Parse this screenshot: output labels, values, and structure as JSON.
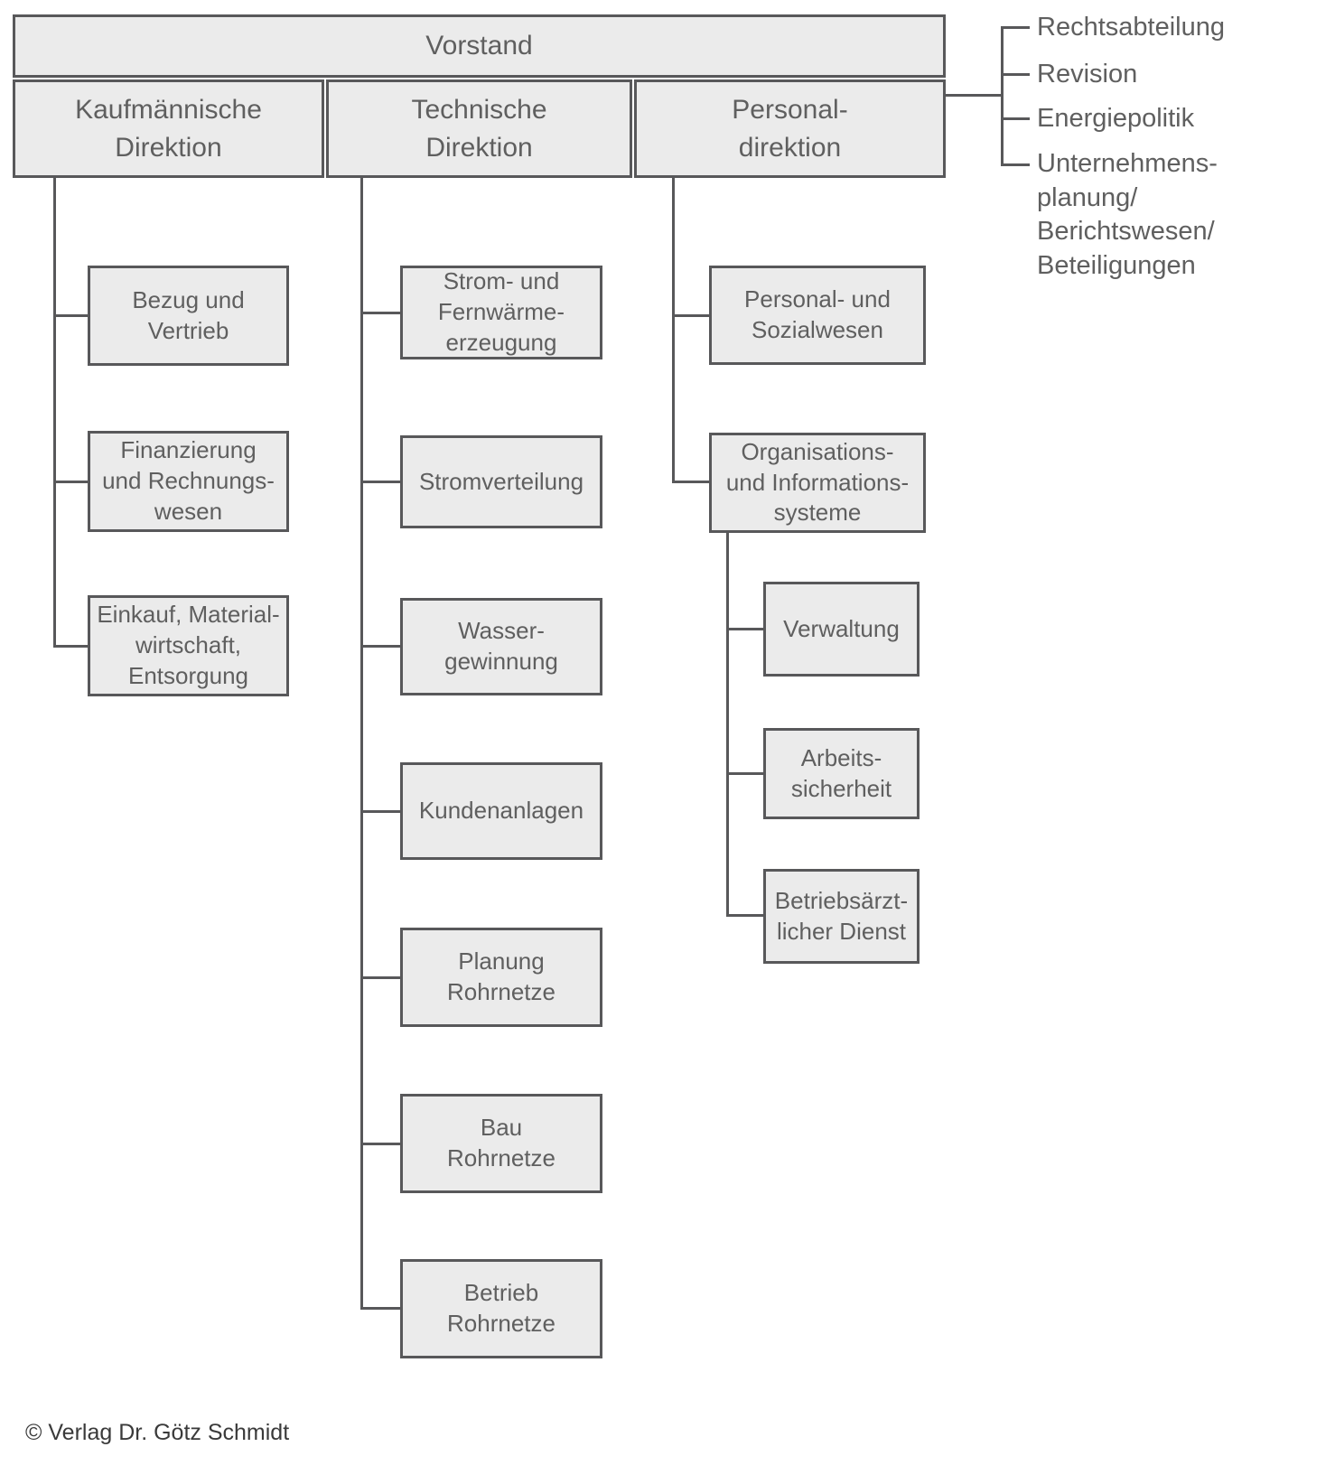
{
  "org_chart": {
    "root": "Vorstand",
    "staff_units": [
      "Rechtsabteilung",
      "Revision",
      "Energiepolitik",
      "Unternehmens-\nplanung/\nBerichtswesen/\nBeteiligungen"
    ],
    "directions": [
      {
        "label": "Kaufmännische\nDirektion",
        "children": [
          "Bezug und\nVertrieb",
          "Finanzierung\nund Rechnungs-\nwesen",
          "Einkauf, Material-\nwirtschaft,\nEntsorgung"
        ]
      },
      {
        "label": "Technische\nDirektion",
        "children": [
          "Strom- und\nFernwärme-\nerzeugung",
          "Stromverteilung",
          "Wasser-\ngewinnung",
          "Kundenanlagen",
          "Planung\nRohrnetze",
          "Bau\nRohrnetze",
          "Betrieb\nRohrnetze"
        ]
      },
      {
        "label": "Personal-\ndirektion",
        "children": [
          "Personal- und\nSozialwesen",
          "Organisations-\nund Informations-\nsysteme"
        ],
        "sub_children": [
          "Verwaltung",
          "Arbeits-\nsicherheit",
          "Betriebsärzt-\nlicher Dienst"
        ]
      }
    ]
  },
  "footer": {
    "credit": "© Verlag Dr. Götz Schmidt"
  },
  "colors": {
    "box_fill": "#ebebeb",
    "box_border": "#58585a",
    "line": "#58585a",
    "text": "#5f5f5f",
    "background": "#ffffff"
  }
}
